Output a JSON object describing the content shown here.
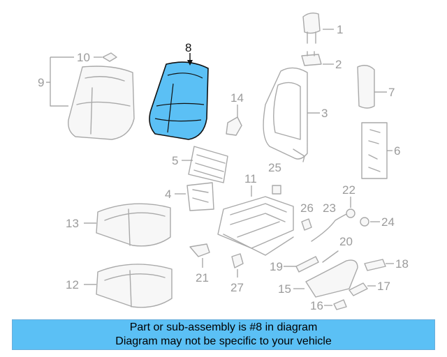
{
  "diagram": {
    "highlight_color": "#5bc0f5",
    "callouts": {
      "c1": "1",
      "c2": "2",
      "c3": "3",
      "c4": "4",
      "c5": "5",
      "c6": "6",
      "c7": "7",
      "c8": "8",
      "c9": "9",
      "c10": "10",
      "c11": "11",
      "c12": "12",
      "c13": "13",
      "c14": "14",
      "c15": "15",
      "c16": "16",
      "c17": "17",
      "c18": "18",
      "c19": "19",
      "c20": "20",
      "c21": "21",
      "c22": "22",
      "c23": "23",
      "c24": "24",
      "c25": "25",
      "c26": "26",
      "c27": "27"
    }
  },
  "banner": {
    "background": "#5bc0f5",
    "line1": "Part or sub-assembly is #8 in diagram",
    "line2": "Diagram may not be specific to your vehicle"
  }
}
